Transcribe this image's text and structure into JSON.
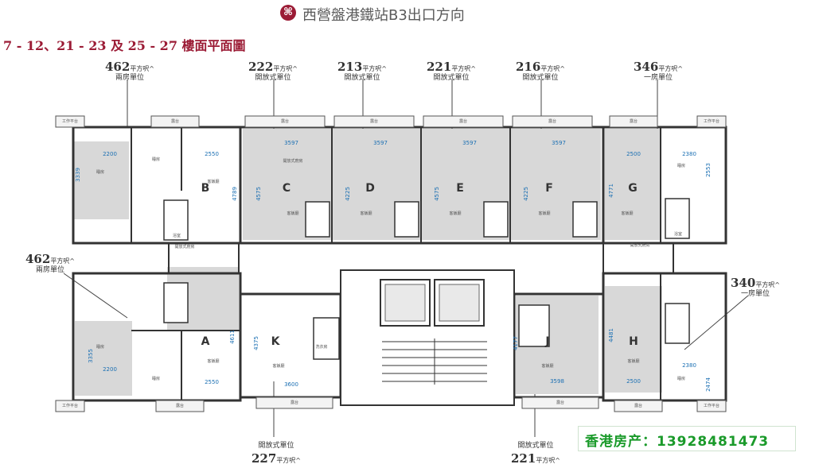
{
  "header": {
    "logo_glyph": "⌘",
    "title": "西營盤港鐵站B3出口方向"
  },
  "floors_title": "7 - 12、21 - 23 及 25 - 27 樓面平面圖",
  "area_unit": "平方呎^",
  "top_labels": [
    {
      "area": "462",
      "type": "兩房單位"
    },
    {
      "area": "222",
      "type": "開放式單位"
    },
    {
      "area": "213",
      "type": "開放式單位"
    },
    {
      "area": "221",
      "type": "開放式單位"
    },
    {
      "area": "216",
      "type": "開放式單位"
    },
    {
      "area": "346",
      "type": "一房單位"
    }
  ],
  "left_label": {
    "area": "462",
    "type": "兩房單位"
  },
  "right_label": {
    "area": "340",
    "type": "一房單位"
  },
  "bottom_labels": [
    {
      "area": "227",
      "type": "開放式單位"
    },
    {
      "area": "221",
      "type": "開放式單位"
    }
  ],
  "units": [
    "A",
    "B",
    "C",
    "D",
    "E",
    "F",
    "G",
    "H",
    "J",
    "K"
  ],
  "dimensions": [
    "2200",
    "2550",
    "3339",
    "4789",
    "3597",
    "4575",
    "3597",
    "4225",
    "3597",
    "4575",
    "3597",
    "4225",
    "2500",
    "2380",
    "2553",
    "4771",
    "3355",
    "2200",
    "2550",
    "4611",
    "4375",
    "3600",
    "4177",
    "3598",
    "4481",
    "2380",
    "2500",
    "2474"
  ],
  "room_labels": {
    "bedroom": "睡房",
    "living": "客飯廳",
    "kitchen": "開放式廚房",
    "bath": "浴室",
    "balcony": "露台",
    "workspace": "工作平台",
    "utility": "洗衣房"
  },
  "watermark": "香港房产：13928481473"
}
